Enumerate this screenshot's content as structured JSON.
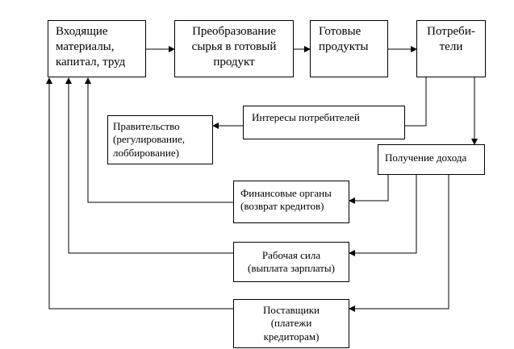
{
  "boxes": {
    "inputs": "Входящие\nматериалы,\nкапитал, труд",
    "transform": "Преобразование\nсырья в готовый\nпродукт",
    "products": "Готовые\nпродукты",
    "consumers": "Потреби-\nтели",
    "interests": "Интересы потребителей",
    "government": "Правительство\n(регулирование,\nлоббирование)",
    "income": "Получение дохода",
    "financial": "Финансовые органы\n(возврат кредитов)",
    "labor": "Рабочая сила\n(выплата зарплаты)",
    "suppliers": "Поставщики\n(платежи\nкредиторам)"
  }
}
